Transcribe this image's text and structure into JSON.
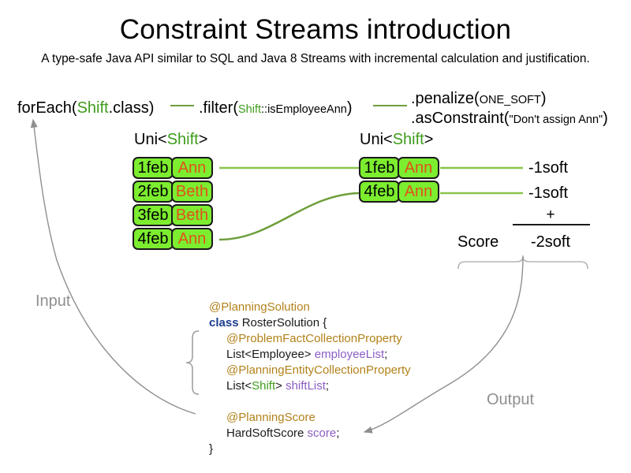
{
  "header": {
    "title": "Constraint Streams introduction",
    "subtitle": "A type-safe Java API similar to SQL and Java 8 Streams with incremental calculation and justification."
  },
  "pipeline": {
    "foreach": {
      "prefix": "forEach(",
      "type": "Shift",
      "suffix": ".class)"
    },
    "filter": {
      "prefix": ".filter(",
      "type": "Shift",
      "method": "::isEmployeeAnn",
      "suffix": ")"
    },
    "penalize": {
      "prefix": ".penalize(",
      "arg": "ONE_SOFT",
      "suffix": ")"
    },
    "as_constraint": {
      "prefix": ".asConstraint(",
      "arg": "\"Don't assign Ann\"",
      "suffix": ")"
    }
  },
  "streams": {
    "left": {
      "label_prefix": "Uni<",
      "label_type": "Shift",
      "label_suffix": ">",
      "tuples": [
        {
          "date": "1feb",
          "employee": "Ann"
        },
        {
          "date": "2feb",
          "employee": "Beth"
        },
        {
          "date": "3feb",
          "employee": "Beth"
        },
        {
          "date": "4feb",
          "employee": "Ann"
        }
      ]
    },
    "right": {
      "label_prefix": "Uni<",
      "label_type": "Shift",
      "label_suffix": ">",
      "tuples": [
        {
          "date": "1feb",
          "employee": "Ann",
          "impact": "-1soft"
        },
        {
          "date": "4feb",
          "employee": "Ann",
          "impact": "-1soft"
        }
      ]
    }
  },
  "score": {
    "label": "Score",
    "operator": "+",
    "total": "-2soft"
  },
  "flow": {
    "input_label": "Input",
    "output_label": "Output"
  },
  "code": {
    "lines": [
      {
        "indent": 0,
        "parts": [
          {
            "text": "@PlanningSolution",
            "style": "ann"
          }
        ]
      },
      {
        "indent": 0,
        "parts": [
          {
            "text": "class",
            "style": "kw"
          },
          {
            "text": " RosterSolution {",
            "style": "typ"
          }
        ]
      },
      {
        "indent": 1,
        "parts": [
          {
            "text": "@ProblemFactCollectionProperty",
            "style": "ann"
          }
        ]
      },
      {
        "indent": 1,
        "parts": [
          {
            "text": "List<Employee> ",
            "style": "typ"
          },
          {
            "text": "employeeList",
            "style": "fld"
          },
          {
            "text": ";",
            "style": "typ"
          }
        ]
      },
      {
        "indent": 1,
        "parts": [
          {
            "text": "@PlanningEntityCollectionProperty",
            "style": "ann"
          }
        ]
      },
      {
        "indent": 1,
        "parts": [
          {
            "text": "List<",
            "style": "typ"
          },
          {
            "text": "Shift",
            "style": "gshift"
          },
          {
            "text": "> ",
            "style": "typ"
          },
          {
            "text": "shiftList",
            "style": "fld"
          },
          {
            "text": ";",
            "style": "typ"
          }
        ]
      },
      {
        "indent": 0,
        "parts": [
          {
            "text": " ",
            "style": "typ"
          }
        ]
      },
      {
        "indent": 1,
        "parts": [
          {
            "text": "@PlanningScore",
            "style": "ann"
          }
        ]
      },
      {
        "indent": 1,
        "parts": [
          {
            "text": "HardSoftScore ",
            "style": "typ"
          },
          {
            "text": "score",
            "style": "fld"
          },
          {
            "text": ";",
            "style": "typ"
          }
        ]
      },
      {
        "indent": 0,
        "parts": [
          {
            "text": "}",
            "style": "typ"
          }
        ]
      }
    ]
  },
  "colors": {
    "fact_box_fill": "#7ced2f",
    "fact_box_border": "#1a1a1a",
    "employee_text": "#e0521b",
    "stream_line": "#8bc34a",
    "type_green": "#3f9c1c",
    "annotation": "#b2821a",
    "keyword": "#1d3d8f",
    "field": "#8b5ec4",
    "flow_gray": "#8f8f8f"
  }
}
